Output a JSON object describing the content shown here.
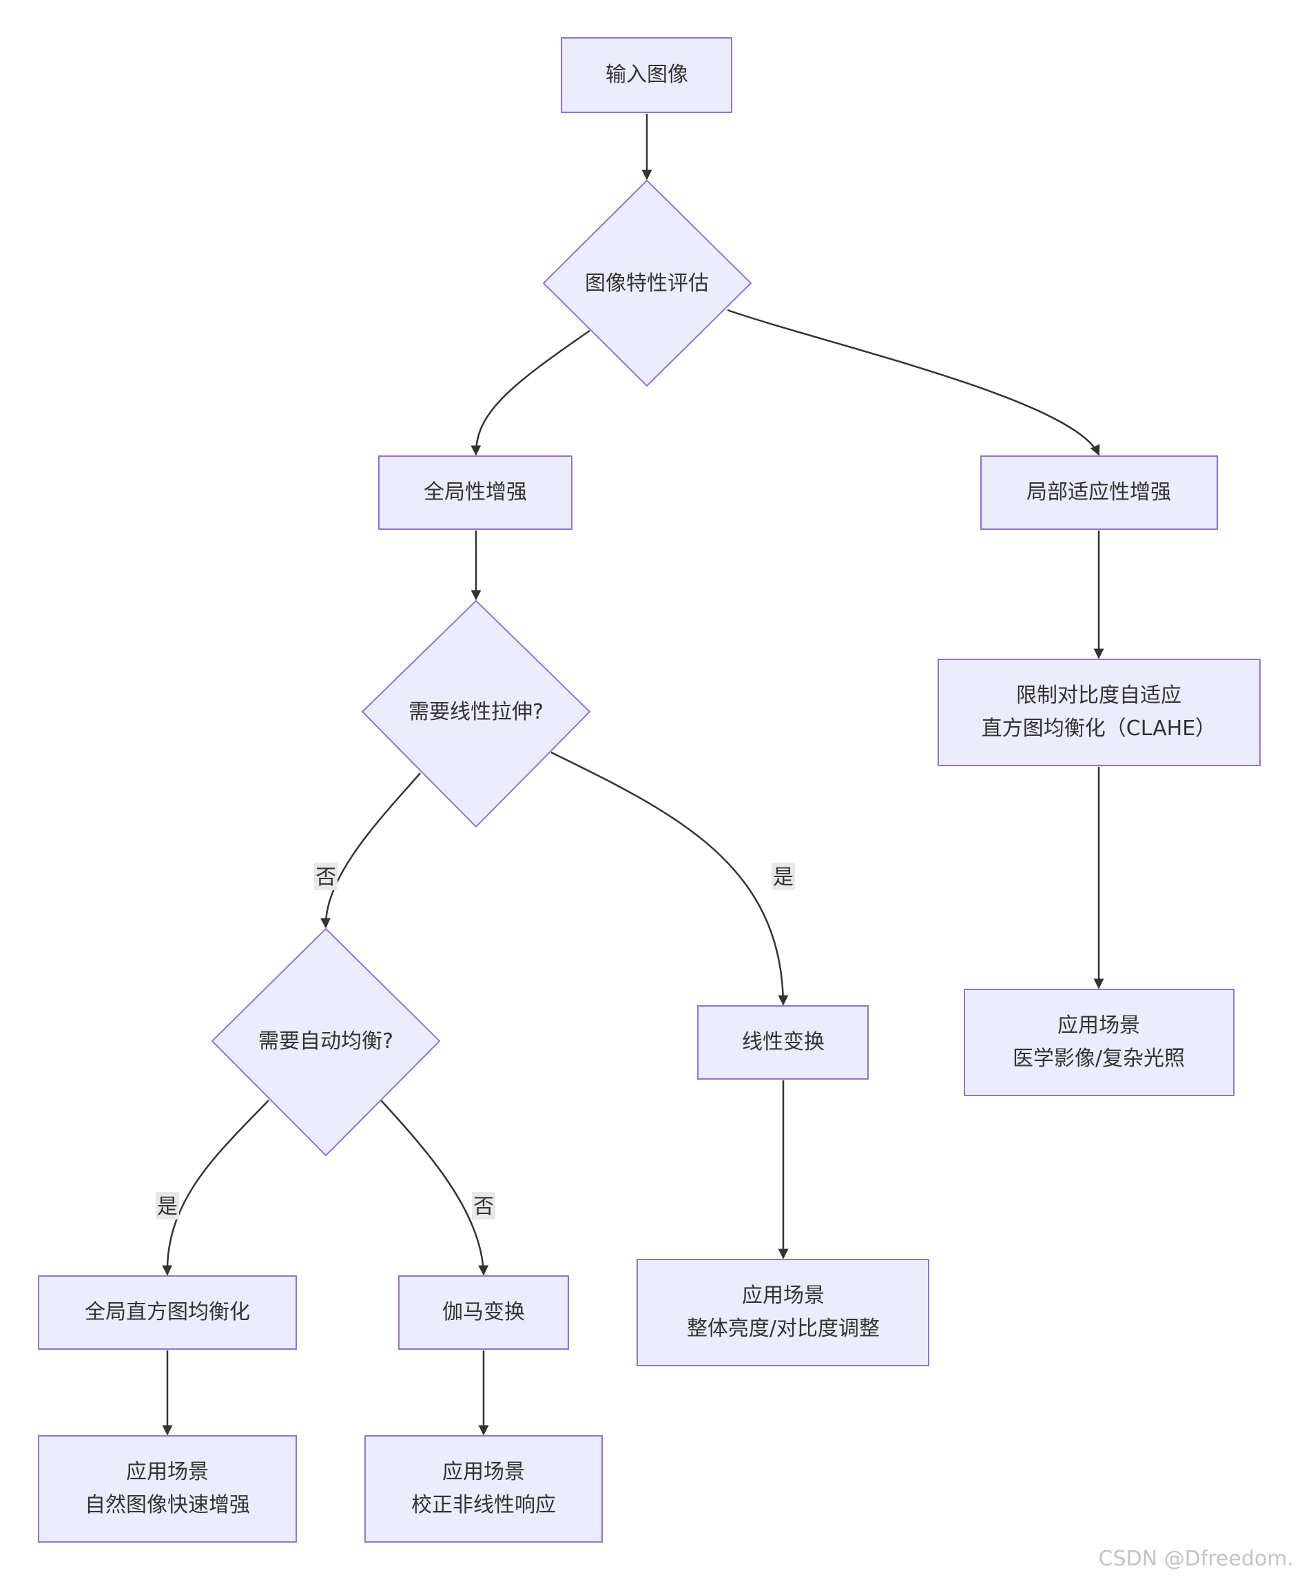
{
  "nodes": {
    "input": {
      "lines": [
        "输入图像"
      ]
    },
    "evaluate": {
      "lines": [
        "图像特性评估"
      ]
    },
    "global": {
      "lines": [
        "全局性增强"
      ]
    },
    "local": {
      "lines": [
        "局部适应性增强"
      ]
    },
    "need_linear": {
      "lines": [
        "需要线性拉伸?"
      ]
    },
    "clahe": {
      "lines": [
        "限制对比度自适应",
        "直方图均衡化（CLAHE）"
      ]
    },
    "need_auto": {
      "lines": [
        "需要自动均衡?"
      ]
    },
    "linear": {
      "lines": [
        "线性变换"
      ]
    },
    "clahe_app": {
      "lines": [
        "应用场景",
        "医学影像/复杂光照"
      ]
    },
    "global_he": {
      "lines": [
        "全局直方图均衡化"
      ]
    },
    "gamma": {
      "lines": [
        "伽马变换"
      ]
    },
    "linear_app": {
      "lines": [
        "应用场景",
        "整体亮度/对比度调整"
      ]
    },
    "he_app": {
      "lines": [
        "应用场景",
        "自然图像快速增强"
      ]
    },
    "gamma_app": {
      "lines": [
        "应用场景",
        "校正非线性响应"
      ]
    }
  },
  "edge_labels": {
    "linear_no": "否",
    "linear_yes": "是",
    "auto_yes": "是",
    "auto_no": "否"
  },
  "watermark": "CSDN @Dfreedom."
}
